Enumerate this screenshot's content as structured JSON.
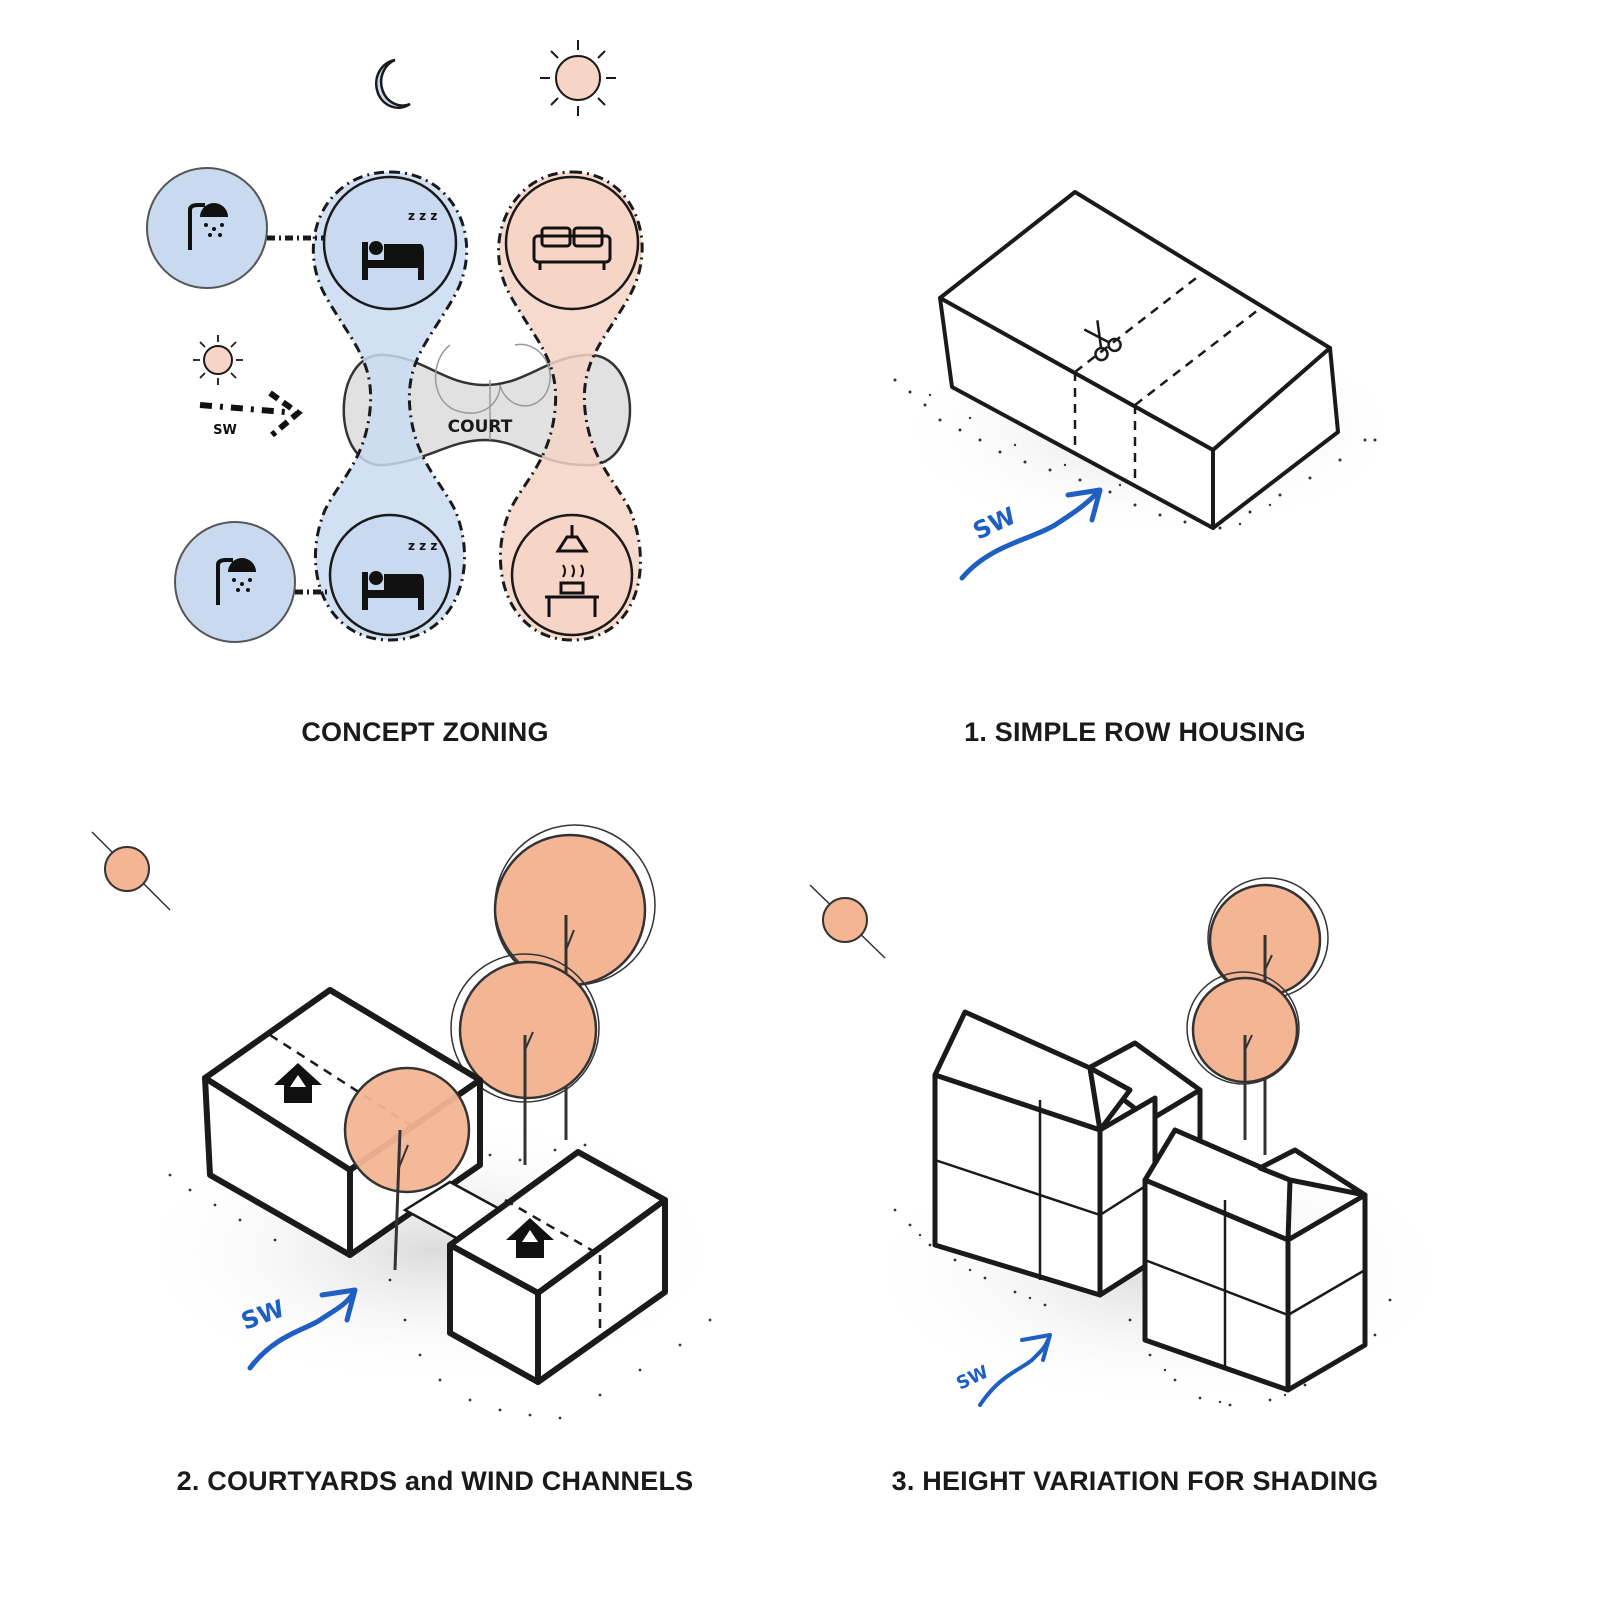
{
  "panels": [
    {
      "caption": "CONCEPT ZONING"
    },
    {
      "caption": "1. SIMPLE ROW HOUSING"
    },
    {
      "caption": "2. COURTYARDS and WIND CHANNELS"
    },
    {
      "caption": "3. HEIGHT VARIATION FOR SHADING"
    }
  ],
  "labels": {
    "court": "COURT",
    "wind": "SW"
  },
  "colors": {
    "night_zone": "#c9daf0",
    "day_zone": "#f6d4c6",
    "court_zone": "#e1e1e1",
    "sun": "#f3b593",
    "wind_arrow": "#1f5fc2",
    "ink": "#1a1a1a"
  },
  "icons": [
    "moon-icon",
    "sun-icon",
    "shower-icon",
    "bed-icon",
    "sofa-icon",
    "kitchen-icon",
    "tree-icon",
    "scissors-icon",
    "house-arrow-icon",
    "wind-arrow-icon"
  ]
}
